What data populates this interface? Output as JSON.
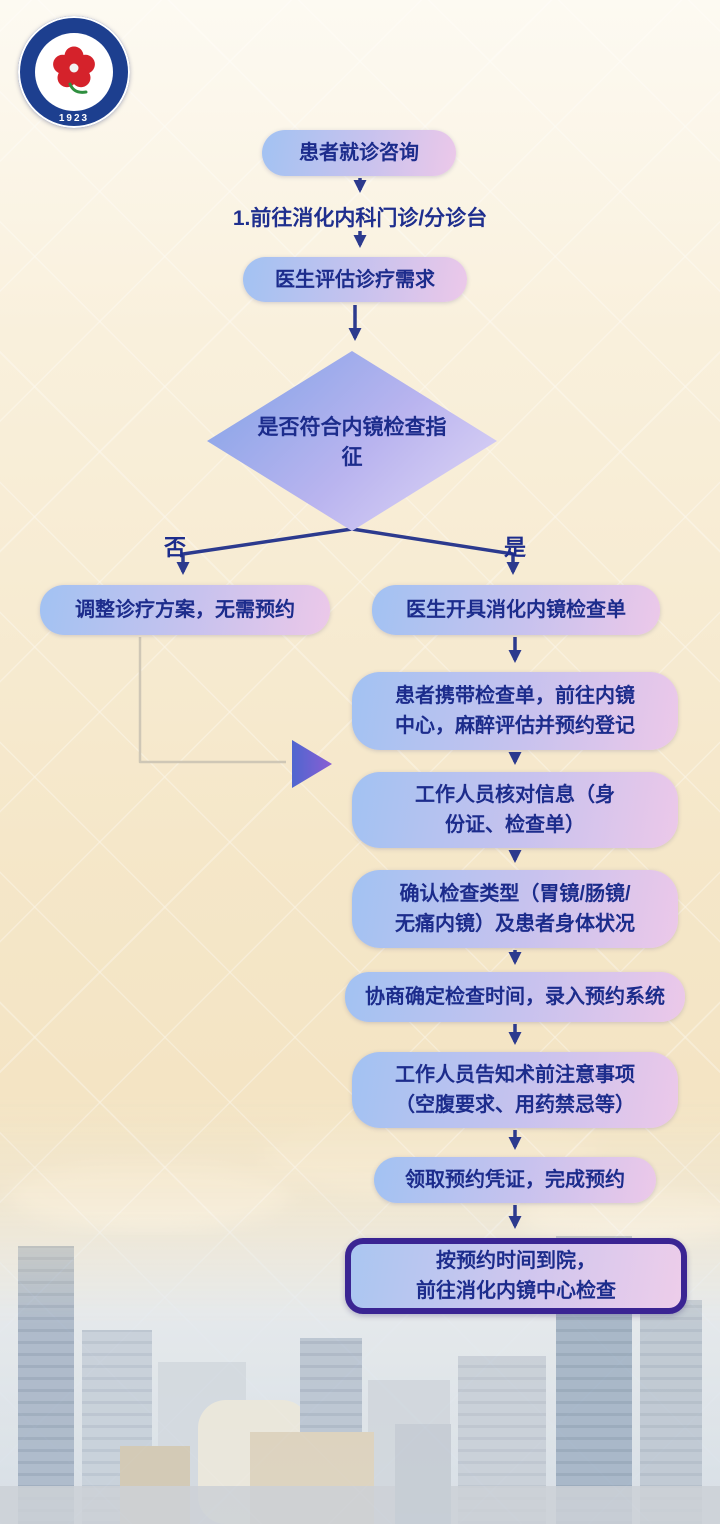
{
  "colors": {
    "node_gradient_start": "#a2c2f2",
    "node_gradient_end": "#ecc8e9",
    "text_navy": "#1c2c8c",
    "arrow": "#2c3a8e",
    "final_border": "#3a2493",
    "background_cream": "#f5e7c9"
  },
  "logo": {
    "year": "1923"
  },
  "flow": {
    "start": "患者就诊咨询",
    "step_note": "1.前往消化内科门诊/分诊台",
    "assess": "医生评估诊疗需求",
    "decision": "是否符合内镜检查指征",
    "branch_no": "否",
    "branch_yes": "是",
    "no_path": "调整诊疗方案，无需预约",
    "yes_path": [
      "医生开具消化内镜检查单",
      "患者携带检查单，前往内镜\n中心，麻醉评估并预约登记",
      "工作人员核对信息（身\n份证、检查单）",
      "确认检查类型（胃镜/肠镜/\n无痛内镜）及患者身体状况",
      "协商确定检查时间，录入预约系统",
      "工作人员告知术前注意事项\n（空腹要求、用药禁忌等）",
      "领取预约凭证，完成预约"
    ],
    "final": "按预约时间到院，\n前往消化内镜中心检查"
  }
}
